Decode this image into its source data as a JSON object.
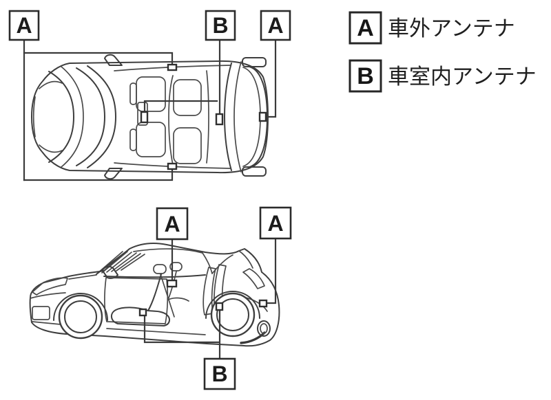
{
  "colors": {
    "background": "#ffffff",
    "diagram_line": "#3e3e3e",
    "label_text": "#1c1c1c"
  },
  "top_view": {
    "label_boxes": [
      {
        "letter": "A"
      },
      {
        "letter": "B"
      },
      {
        "letter": "A"
      }
    ]
  },
  "side_view": {
    "label_boxes": [
      {
        "letter": "A"
      },
      {
        "letter": "A"
      },
      {
        "letter": "B"
      }
    ]
  },
  "legend": {
    "items": [
      {
        "key": "A",
        "label": "車外アンテナ"
      },
      {
        "key": "B",
        "label": "車室内アンテナ"
      }
    ]
  }
}
